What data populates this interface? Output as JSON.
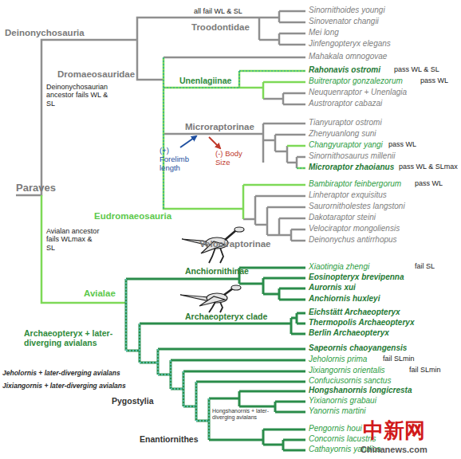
{
  "diagram": {
    "labels": [
      "all fail WL & SL",
      "Sinornithoides youngi",
      "Sinovenator changii",
      "Mei long",
      "Jinfengopteryx elegans",
      "Troodontidae",
      "Deinonychosauria",
      "Mahakala omnogovae",
      "Dromaeosauridae",
      "Rahonavis ostromi",
      "pass WL & SL",
      "Buitreraptor gonzalezorum",
      "pass WL",
      "Neuquenraptor + Unenlagia",
      "Austroraptor cabazai",
      "Unenlagiinae",
      "Deinonychosaurian ancestor fails WL & SL",
      "Tianyuraptor ostromi",
      "Zhenyuanlong suni",
      "Microraptorinae",
      "Changyuraptor yangi",
      "pass WL",
      "Sinornithosaurus millenii",
      "Microraptor zhaoianus",
      "pass WL & SLmax",
      "(+) Forelimb length",
      "(-) Body Size",
      "Paraves",
      "Bambiraptor feinbergorum",
      "pass WL",
      "Linheraptor exquisitus",
      "Saurornitholestes langstoni",
      "Eudromaeosauria",
      "Dakotaraptor steini",
      "Velociraptor mongoliensis",
      "Deinonychus antirrhopus",
      "Velociraptorinae",
      "Avialan ancestor fails WLmax & SL",
      "Anchiornithinae",
      "Xiaotingia zhengi",
      "fail SL",
      "Eosinopteryx brevipenna",
      "Aurornis xui",
      "Anchiornis huxleyi",
      "Avialae",
      "Archaeopteryx clade",
      "Eichstätt Archaeopteryx",
      "Thermopolis Archaeopteryx",
      "Berlin Archaeopteryx",
      "Archaeopteryx + later-diverging avialans",
      "Sapeornis chaoyangensis",
      "Jeholornis prima",
      "fail SLmin",
      "Jeholornis + later-diverging avialans",
      "Jixiangornis orientalis",
      "fail SLmin",
      "Confuciusornis sanctus",
      "Jixiangornis + later-diverging avialans",
      "Hongshanornis longicresta",
      "Pygostylia",
      "Hongshanornis + later-diverging avialans",
      "Yixianornis grabaui",
      "Yanornis martini",
      "Pengornis houi",
      "Enantiornithes",
      "Concornis lacustris",
      "Cathayornis yandica",
      "中新网",
      "Chinanews.com"
    ]
  }
}
